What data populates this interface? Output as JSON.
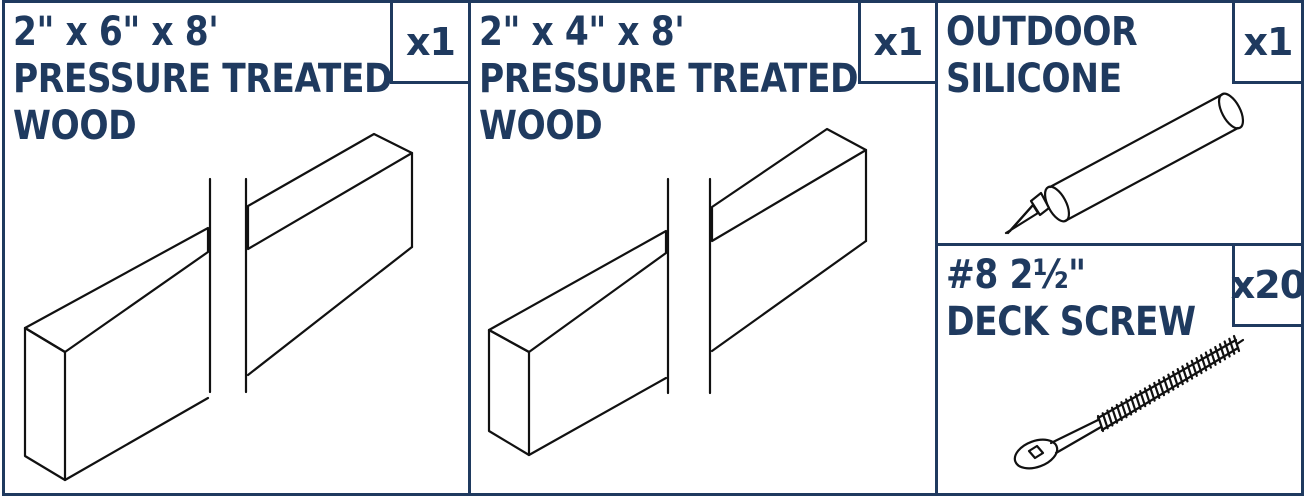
{
  "theme": {
    "border_color": "#1f3a5f",
    "text_color": "#1f3a5f",
    "line_color": "#111111"
  },
  "panels": [
    {
      "title": "2\" x 6\" x 8'\nPRESSURE TREATED\nWOOD",
      "quantity": "x1",
      "icon": "lumber-board-icon"
    },
    {
      "title": "2\" x 4\" x 8'\nPRESSURE TREATED\nWOOD",
      "quantity": "x1",
      "icon": "lumber-board-icon"
    },
    {
      "title": "OUTDOOR\nSILICONE",
      "quantity": "x1",
      "icon": "silicone-tube-icon"
    },
    {
      "title": "#8 2½\"\nDECK SCREW",
      "quantity": "x20",
      "icon": "deck-screw-icon"
    }
  ]
}
